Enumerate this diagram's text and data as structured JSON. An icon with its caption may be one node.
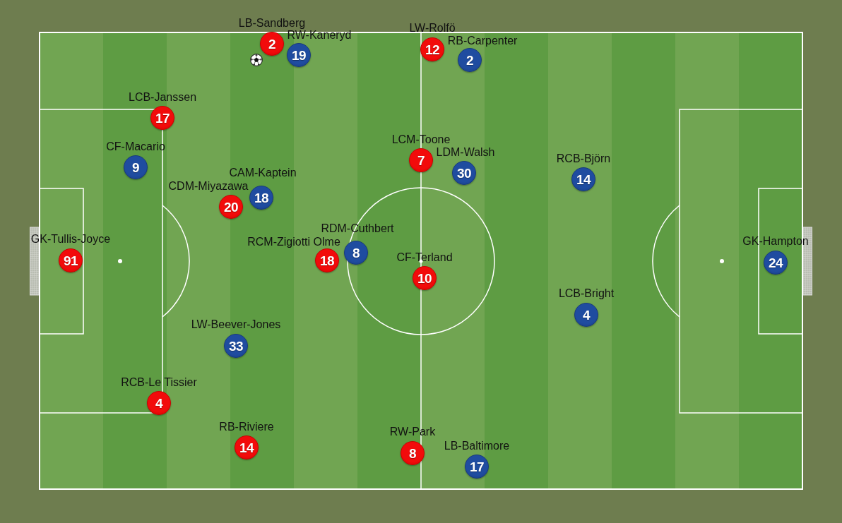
{
  "diagram": {
    "nodes": [
      {
        "text": [
          "2"
        ],
        "beside": [
          "LB-Sandberg"
        ]
      },
      {
        "text": [
          "12"
        ],
        "beside": [
          "LW-Rolfö"
        ]
      },
      {
        "text": [
          "19"
        ],
        "beside": [
          "RW-Kaneryd"
        ]
      },
      {
        "text": [
          "2"
        ],
        "beside": [
          "RB-Carpenter"
        ]
      },
      {
        "text": [
          "17"
        ],
        "beside": [
          "LCB-Janssen"
        ]
      },
      {
        "text": [
          "7"
        ],
        "beside": [
          "LCM-Toone"
        ]
      },
      {
        "text": [
          "9"
        ],
        "beside": [
          "CF-Macario"
        ]
      },
      {
        "text": [
          "30"
        ],
        "beside": [
          "LDM-Walsh"
        ]
      },
      {
        "text": [
          "14"
        ],
        "beside": [
          "RCB-Björn"
        ]
      },
      {
        "text": [
          "18"
        ],
        "beside": [
          "CAM-Kaptein"
        ]
      },
      {
        "text": [
          "20"
        ],
        "beside": [
          "CDM-Miyazawa"
        ]
      },
      {
        "text": [
          "8"
        ],
        "beside": [
          "RDM-Cuthbert"
        ]
      },
      {
        "text": [
          "91"
        ],
        "beside": [
          "GK-Tullis-Joyce"
        ]
      },
      {
        "text": [
          "18"
        ],
        "beside": [
          "RCM-Zigiotti Olme"
        ]
      },
      {
        "text": [
          "24"
        ],
        "beside": [
          "GK-Hampton"
        ]
      },
      {
        "text": [
          "10"
        ],
        "beside": [
          "CF-Terland"
        ]
      },
      {
        "text": [
          "4"
        ],
        "beside": [
          "LCB-Bright"
        ]
      },
      {
        "text": [
          "33"
        ],
        "beside": [
          "LW-Beever-Jones"
        ]
      },
      {
        "text": [
          "4"
        ],
        "beside": [
          "RCB-Le Tissier"
        ]
      },
      {
        "text": [
          "14"
        ],
        "beside": [
          "RB-Riviere"
        ]
      },
      {
        "text": [
          "8"
        ],
        "beside": [
          "RW-Park"
        ]
      },
      {
        "text": [
          "17"
        ],
        "beside": [
          "LB-Baltimore"
        ]
      }
    ]
  }
}
